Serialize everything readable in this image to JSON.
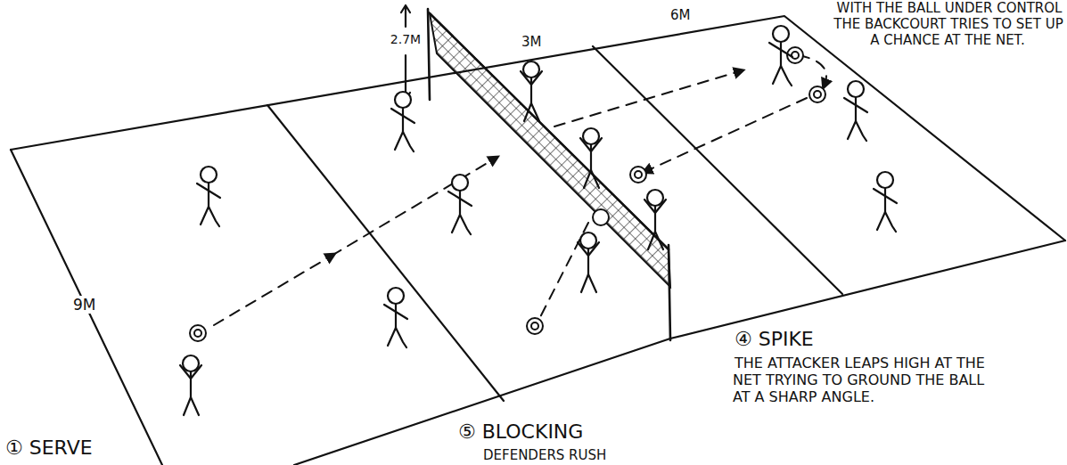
{
  "diagram": {
    "labels": [
      "2.7M",
      "3M",
      "6M",
      "9M",
      "WITH THE BALL UNDER CONTROL THE BACKCOURT TRIES TO SET UP A CHANCE AT THE NET.",
      "④ SPIKE",
      "THE ATTACKER LEAPS HIGH AT THE NET TRYING TO GROUND THE BALL AT A SHARP ANGLE.",
      "⑤ BLOCKING",
      "DEFENDERS RUSH",
      "① SERVE"
    ]
  }
}
